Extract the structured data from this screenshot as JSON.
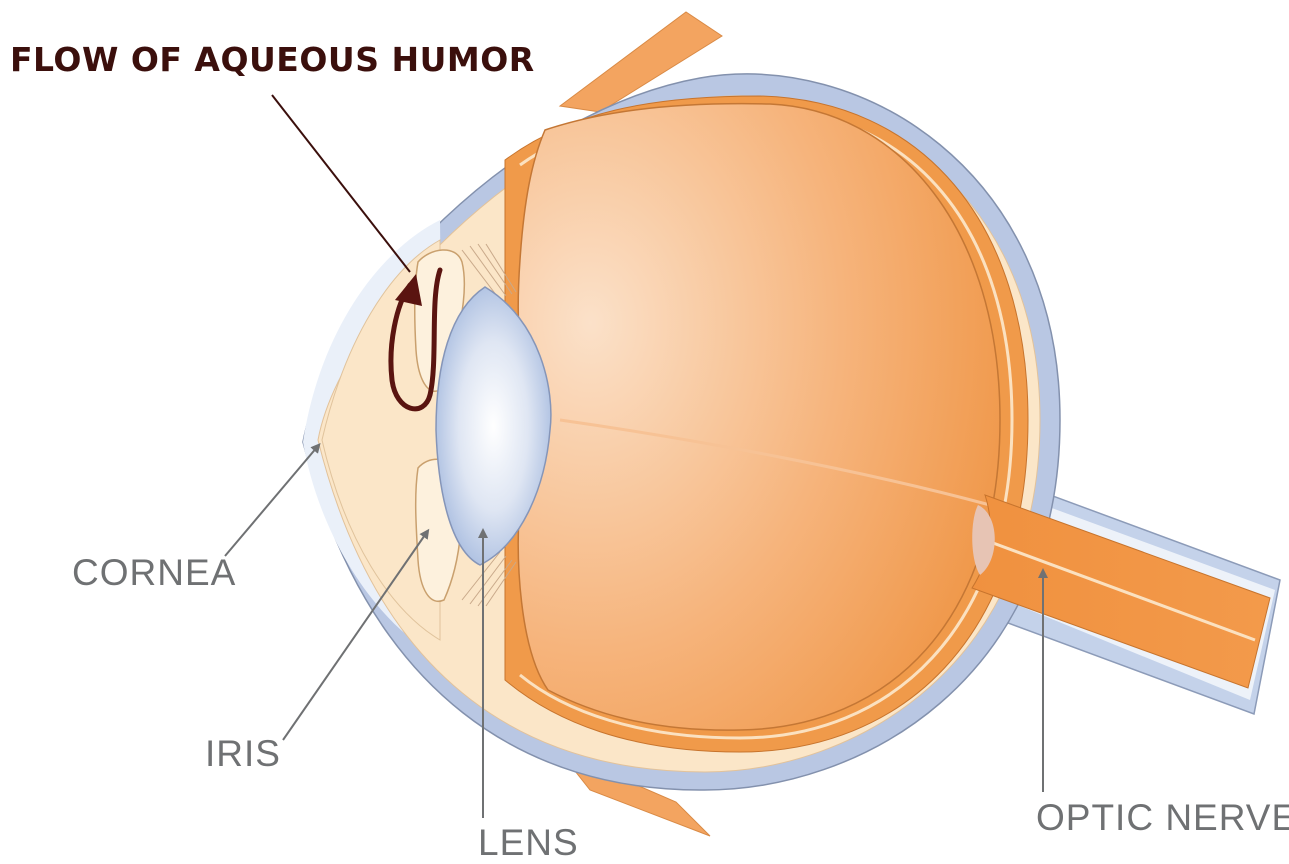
{
  "diagram": {
    "title": "FLOW OF AQUEOUS HUMOR",
    "labels": {
      "cornea": "CORNEA",
      "iris": "IRIS",
      "lens": "LENS",
      "optic_nerve": "OPTIC NERVE"
    }
  },
  "colors": {
    "title": "#3b0f0c",
    "label": "#6f7173",
    "arrow": "#5a1410",
    "sclera_blue": "#b9c7e3",
    "tissue_cream": "#fbe6c8",
    "choroid_orange": "#f09a4a",
    "vitreous_orange": "#f4a35e"
  }
}
